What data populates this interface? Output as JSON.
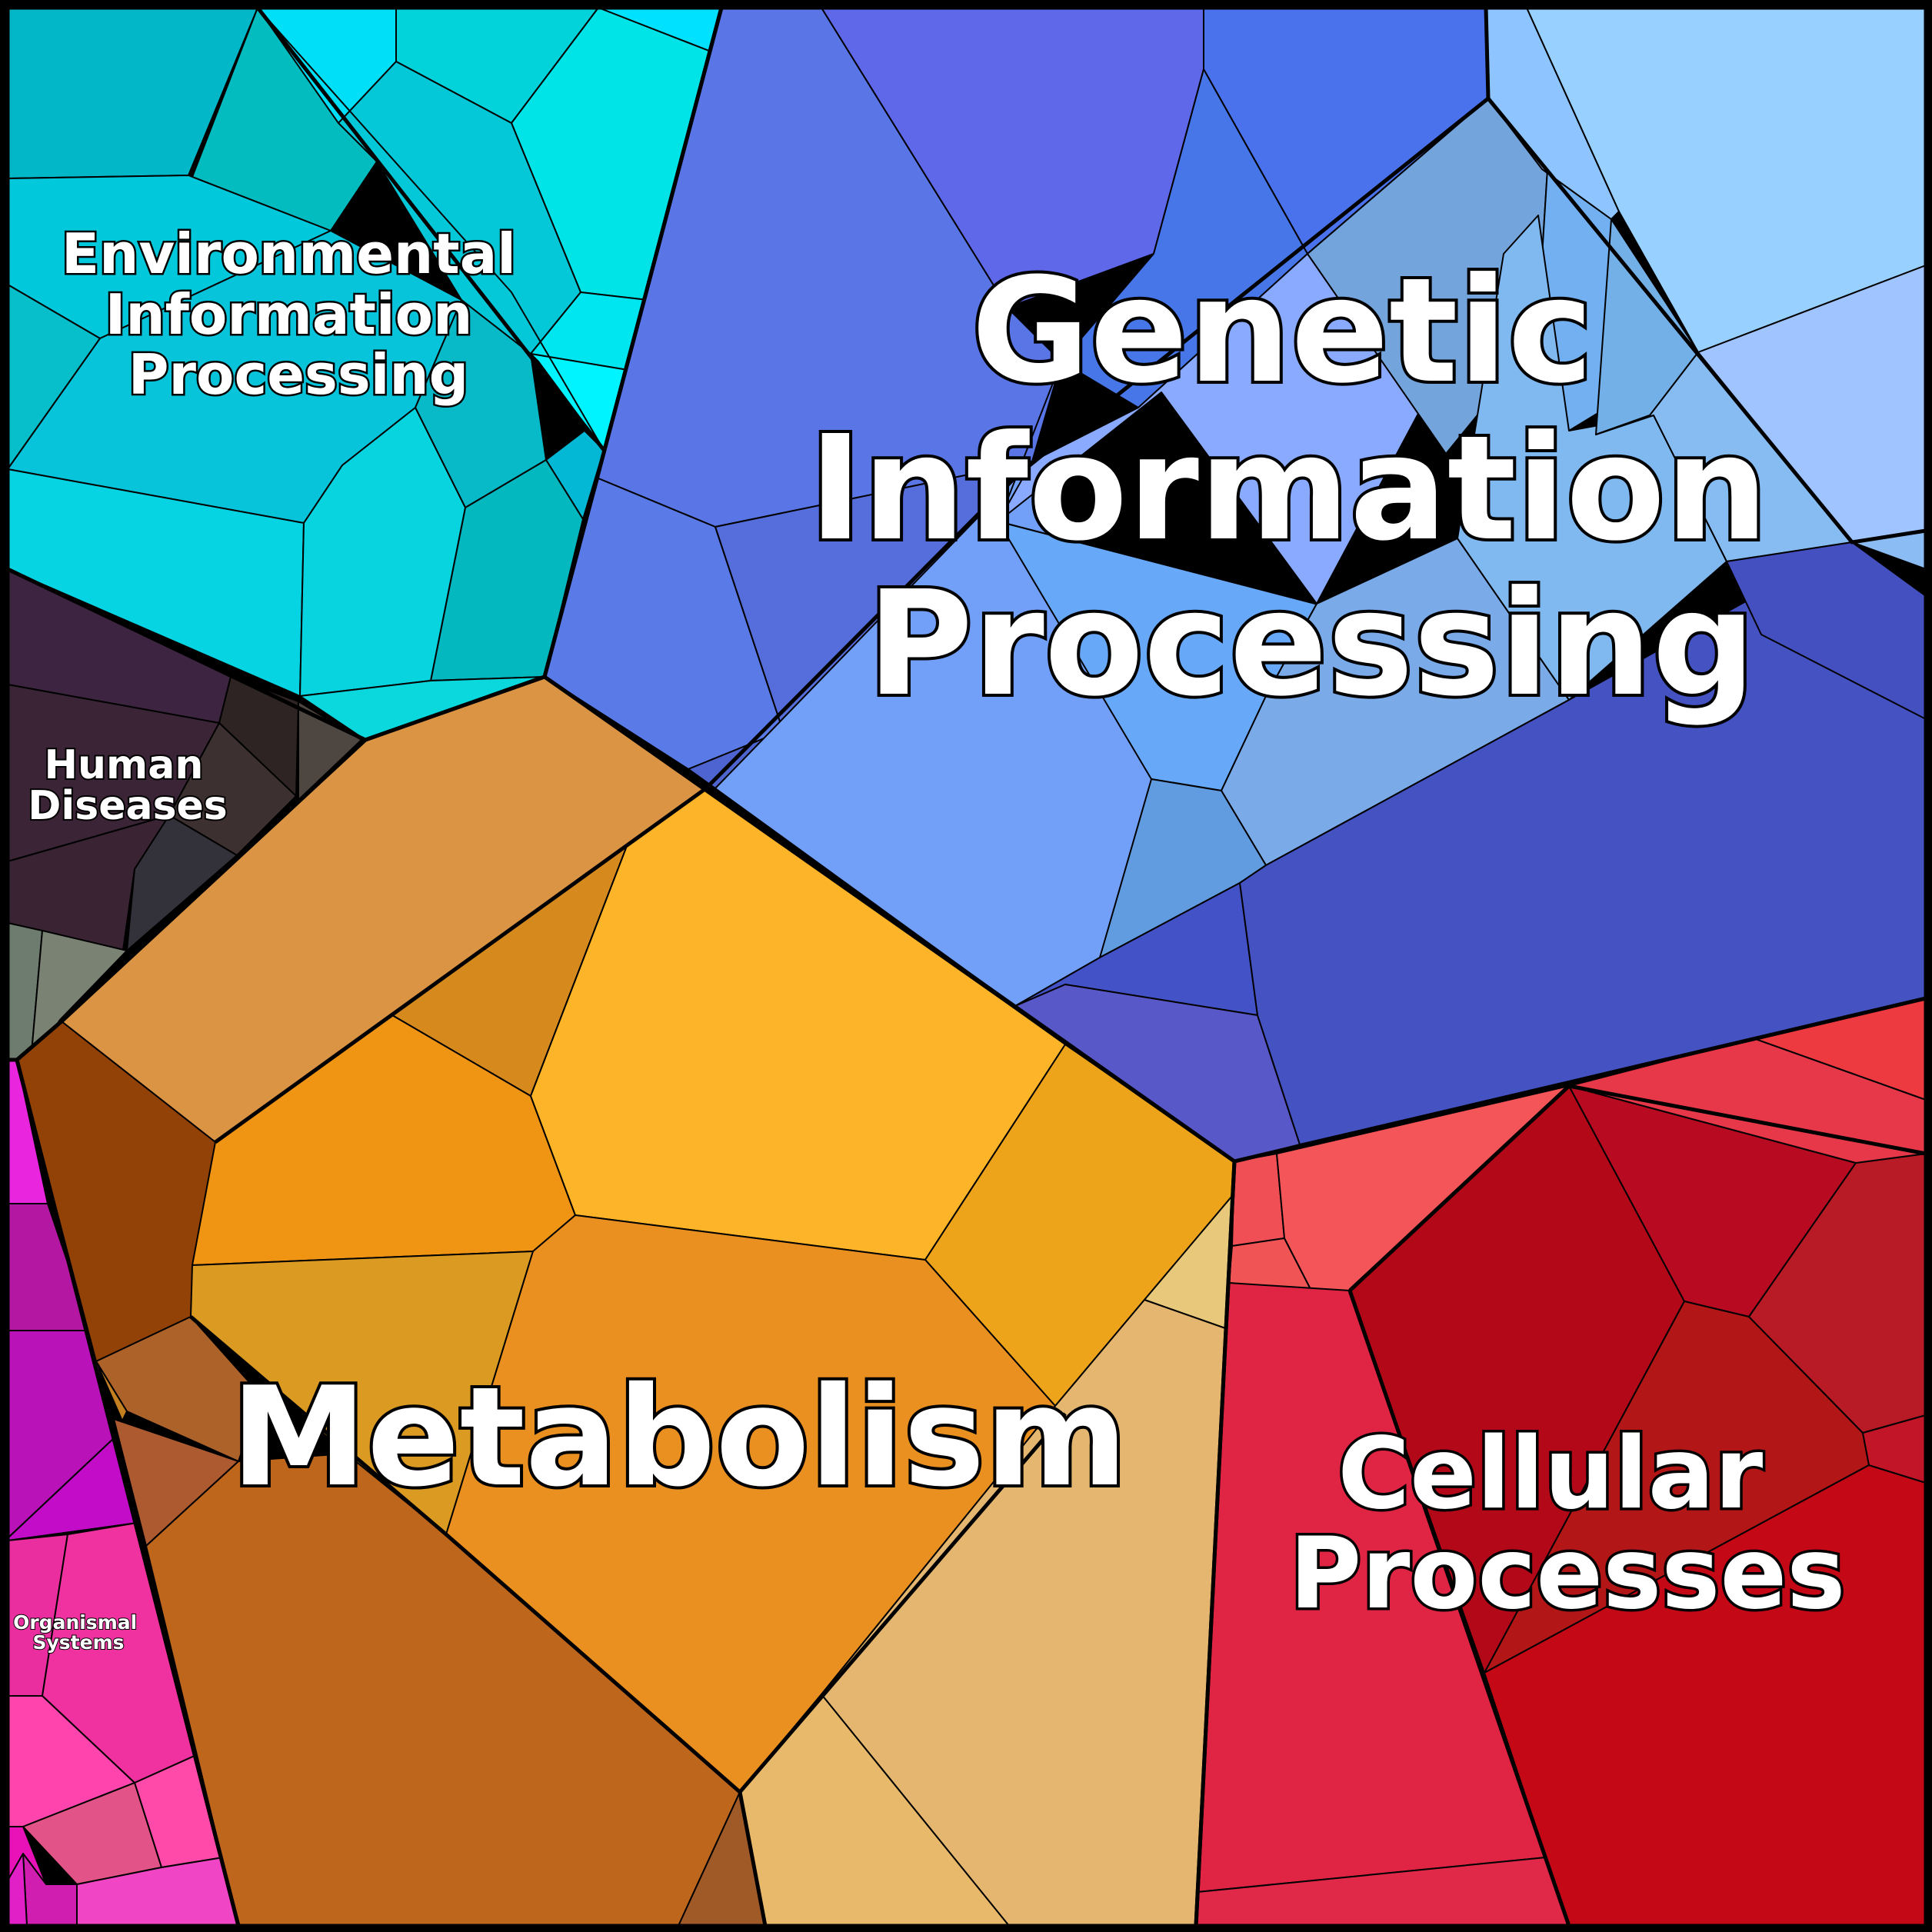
{
  "regions": [
    {
      "id": "genetic",
      "label_lines": [
        "Genetic",
        "Information",
        "Processing"
      ],
      "color": "#5a78e6"
    },
    {
      "id": "metabolism",
      "label_lines": [
        "Metabolism"
      ],
      "color": "#f0a21c"
    },
    {
      "id": "cellular",
      "label_lines": [
        "Cellular",
        "Processes"
      ],
      "color": "#d8182e"
    },
    {
      "id": "environmental",
      "label_lines": [
        "Environmental",
        "Information",
        "Processing"
      ],
      "color": "#04cfdc"
    },
    {
      "id": "human",
      "label_lines": [
        "Human",
        "Diseases"
      ],
      "color": "#3a2236"
    },
    {
      "id": "organismal",
      "label_lines": [
        "Organismal",
        "Systems"
      ],
      "color": "#e83ba4"
    }
  ]
}
